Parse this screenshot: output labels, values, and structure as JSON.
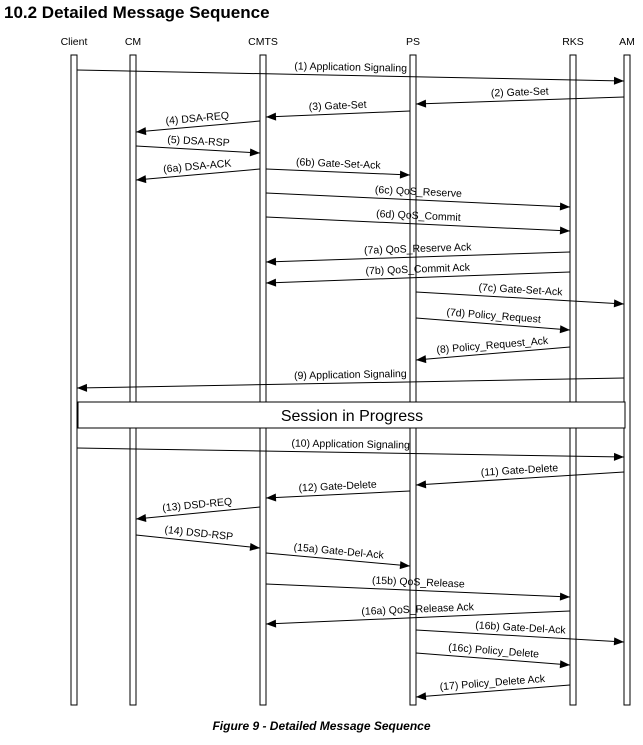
{
  "title": "10.2  Detailed Message Sequence",
  "caption": "Figure 9 - Detailed Message Sequence",
  "participants": [
    "Client",
    "CM",
    "CMTS",
    "PS",
    "RKS",
    "AM"
  ],
  "session_label": "Session in Progress",
  "messages": [
    {
      "label": "(1) Application Signaling",
      "from": "Client",
      "to": "AM"
    },
    {
      "label": "(2) Gate-Set",
      "from": "AM",
      "to": "PS"
    },
    {
      "label": "(3) Gate-Set",
      "from": "PS",
      "to": "CMTS"
    },
    {
      "label": "(4) DSA-REQ",
      "from": "CMTS",
      "to": "CM"
    },
    {
      "label": "(5) DSA-RSP",
      "from": "CM",
      "to": "CMTS"
    },
    {
      "label": "(6a) DSA-ACK",
      "from": "CMTS",
      "to": "CM"
    },
    {
      "label": "(6b) Gate-Set-Ack",
      "from": "CMTS",
      "to": "PS"
    },
    {
      "label": "(6c) QoS_Reserve",
      "from": "CMTS",
      "to": "RKS"
    },
    {
      "label": "(6d) QoS_Commit",
      "from": "CMTS",
      "to": "RKS"
    },
    {
      "label": "(7a) QoS_Reserve Ack",
      "from": "RKS",
      "to": "CMTS"
    },
    {
      "label": "(7b) QoS_Commit Ack",
      "from": "RKS",
      "to": "CMTS"
    },
    {
      "label": "(7c) Gate-Set-Ack",
      "from": "PS",
      "to": "AM"
    },
    {
      "label": "(7d) Policy_Request",
      "from": "PS",
      "to": "RKS"
    },
    {
      "label": "(8) Policy_Request_Ack",
      "from": "RKS",
      "to": "PS"
    },
    {
      "label": "(9) Application Signaling",
      "from": "AM",
      "to": "Client"
    },
    {
      "label": "(10) Application Signaling",
      "from": "Client",
      "to": "AM"
    },
    {
      "label": "(11) Gate-Delete",
      "from": "AM",
      "to": "PS"
    },
    {
      "label": "(12) Gate-Delete",
      "from": "PS",
      "to": "CMTS"
    },
    {
      "label": "(13) DSD-REQ",
      "from": "CMTS",
      "to": "CM"
    },
    {
      "label": "(14) DSD-RSP",
      "from": "CM",
      "to": "CMTS"
    },
    {
      "label": "(15a) Gate-Del-Ack",
      "from": "CMTS",
      "to": "PS"
    },
    {
      "label": "(15b) QoS_Release",
      "from": "CMTS",
      "to": "RKS"
    },
    {
      "label": "(16a) QoS_Release Ack",
      "from": "RKS",
      "to": "CMTS"
    },
    {
      "label": "(16b) Gate-Del-Ack",
      "from": "PS",
      "to": "AM"
    },
    {
      "label": "(16c) Policy_Delete",
      "from": "PS",
      "to": "RKS"
    },
    {
      "label": "(17) Policy_Delete Ack",
      "from": "RKS",
      "to": "PS"
    }
  ]
}
